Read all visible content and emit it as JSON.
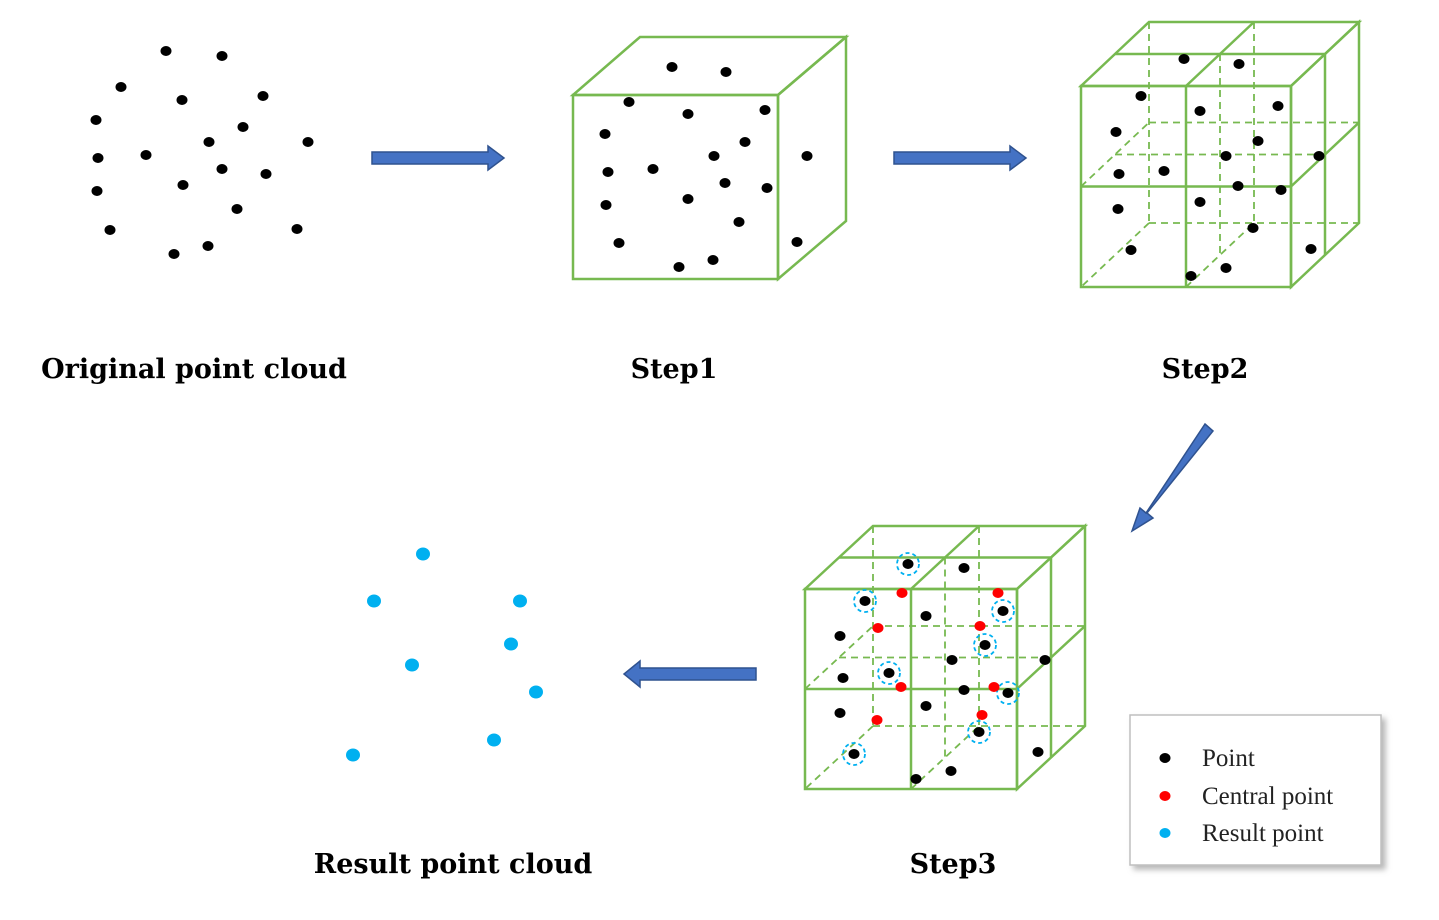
{
  "captions": {
    "original": "Original point cloud",
    "step1": "Step1",
    "step2": "Step2",
    "step3": "Step3",
    "result": "Result point cloud"
  },
  "legend": {
    "items": [
      {
        "label": "Point",
        "color": "#000000"
      },
      {
        "label": "Central point",
        "color": "#ff0000"
      },
      {
        "label": "Result point",
        "color": "#00b0f0"
      }
    ]
  },
  "colors": {
    "cube_edge": "#77b950",
    "arrow": "#4472c4",
    "arrow_stroke": "#2f528f",
    "point": "#000000",
    "central_point": "#ff0000",
    "result_point": "#00b0f0",
    "highlight_ring": "#00b0f0"
  }
}
